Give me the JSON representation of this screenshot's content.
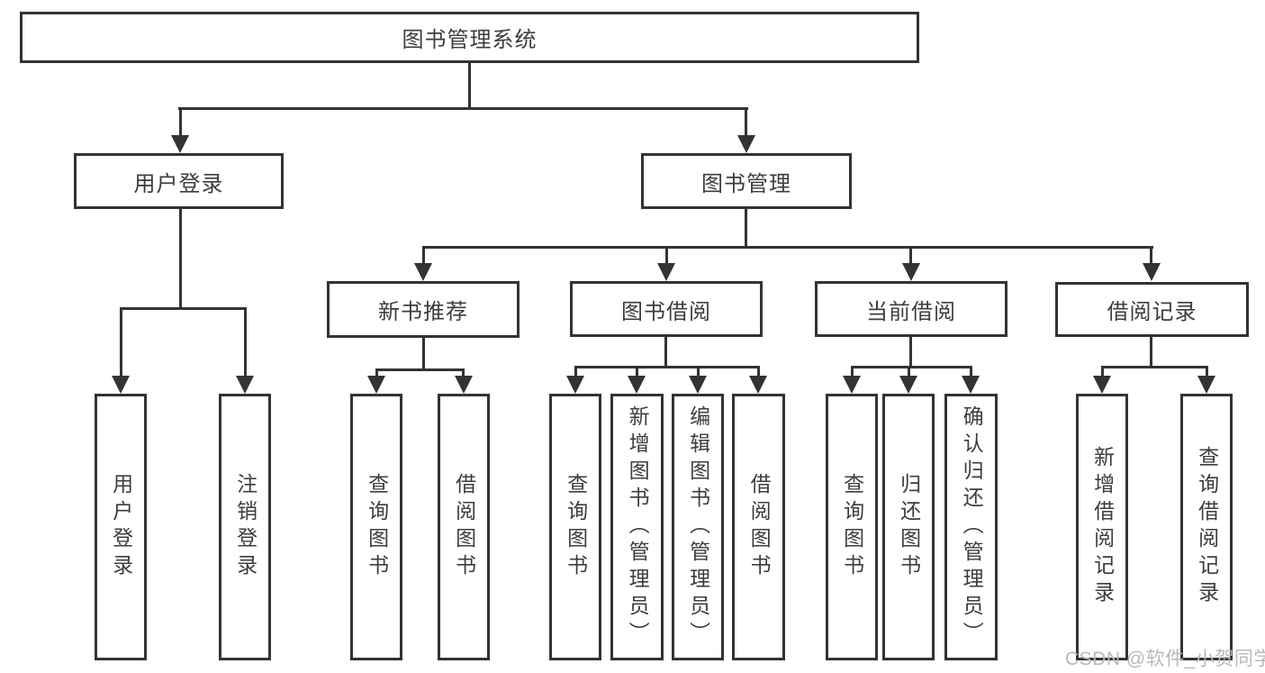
{
  "diagram": {
    "root": "图书管理系统",
    "user_branch": {
      "label": "用户登录",
      "leaves": [
        "用户登录",
        "注销登录"
      ]
    },
    "book_branch": {
      "label": "图书管理",
      "sections": [
        {
          "label": "新书推荐",
          "leaves": [
            "查询图书",
            "借阅图书"
          ]
        },
        {
          "label": "图书借阅",
          "leaves": [
            "查询图书",
            "新增图书（管理员）",
            "编辑图书（管理员）",
            "借阅图书"
          ]
        },
        {
          "label": "当前借阅",
          "leaves": [
            "查询图书",
            "归还图书",
            "确认归还（管理员）"
          ]
        },
        {
          "label": "借阅记录",
          "leaves": [
            "新增借阅记录",
            "查询借阅记录"
          ]
        }
      ]
    }
  },
  "watermark": "CSDN @软件_小贺同学",
  "colors": {
    "line": "#333333",
    "text": "#3d3d3d",
    "watermark": "#b9b9b9",
    "background": "#ffffff"
  }
}
